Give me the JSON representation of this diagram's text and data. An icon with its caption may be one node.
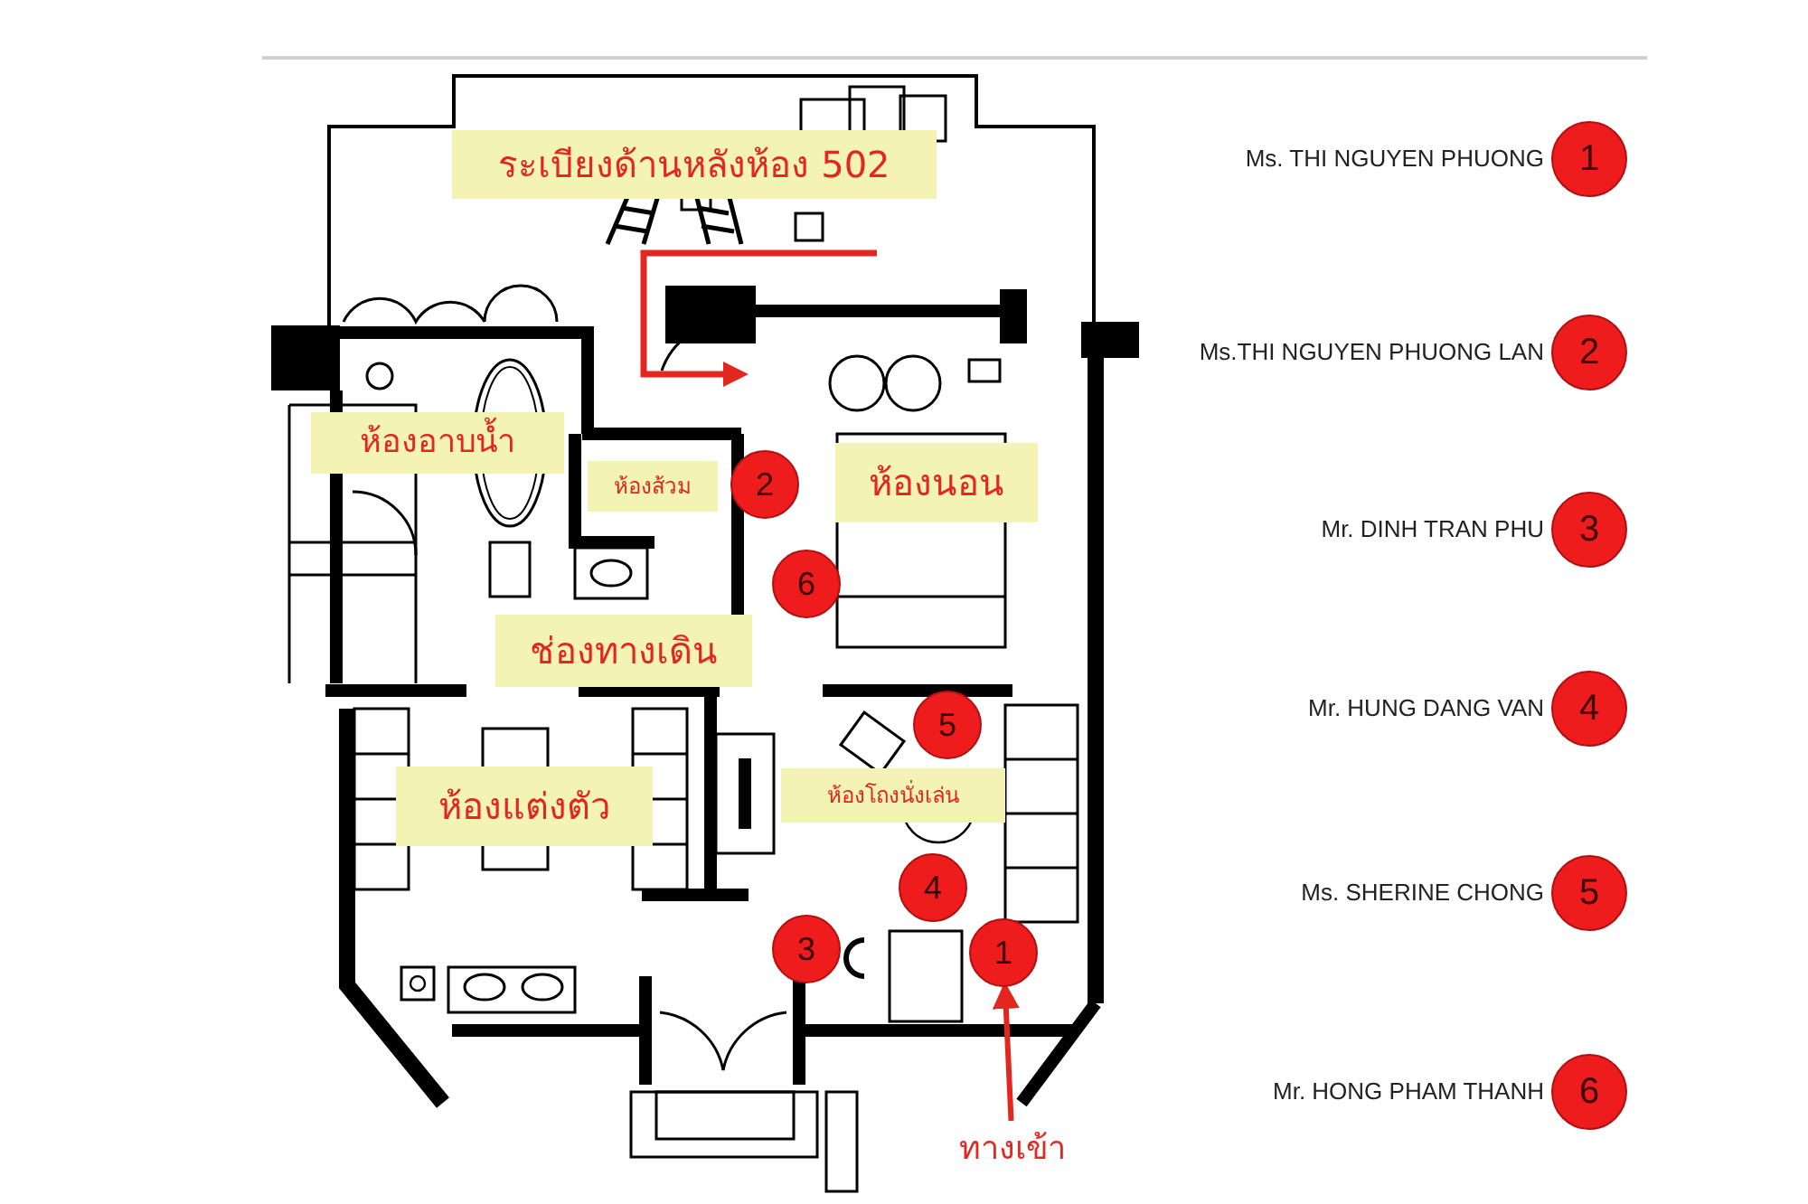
{
  "diagram": {
    "nodes": [
      {
        "text": [
          "ระเบียงด้านหลังห้อง 502"
        ]
      },
      {
        "text": [
          "ห้องอาบน้ำ"
        ]
      },
      {
        "text": [
          "ห้องส้วม"
        ]
      },
      {
        "text": [
          "ห้องนอน"
        ]
      },
      {
        "text": [
          "ช่องทางเดิน"
        ]
      },
      {
        "text": [
          "ห้องแต่งตัว"
        ]
      },
      {
        "text": [
          "ห้องโถงนั่งเล่น"
        ]
      },
      {
        "text": [
          "ทางเข้า"
        ]
      },
      {
        "text": [
          "2"
        ]
      },
      {
        "text": [
          "6"
        ]
      },
      {
        "text": [
          "5"
        ]
      },
      {
        "text": [
          "4"
        ]
      },
      {
        "text": [
          "3"
        ]
      },
      {
        "text": [
          "1"
        ]
      },
      {
        "text": [
          "1"
        ],
        "beside": [
          "Ms. THI NGUYEN PHUONG"
        ]
      },
      {
        "text": [
          "2"
        ],
        "beside": [
          "Ms.THI NGUYEN PHUONG LAN"
        ]
      },
      {
        "text": [
          "3"
        ],
        "beside": [
          "Mr. DINH TRAN PHU"
        ]
      },
      {
        "text": [
          "4"
        ],
        "beside": [
          "Mr. HUNG DANG VAN"
        ]
      },
      {
        "text": [
          "5"
        ],
        "beside": [
          "Ms. SHERINE CHONG"
        ]
      },
      {
        "text": [
          "6"
        ],
        "beside": [
          "Mr. HONG PHAM THANH"
        ]
      }
    ],
    "edges": [
      {
        "from": 7,
        "to": 13,
        "arrow": "to",
        "color": "#e3261f"
      }
    ]
  }
}
